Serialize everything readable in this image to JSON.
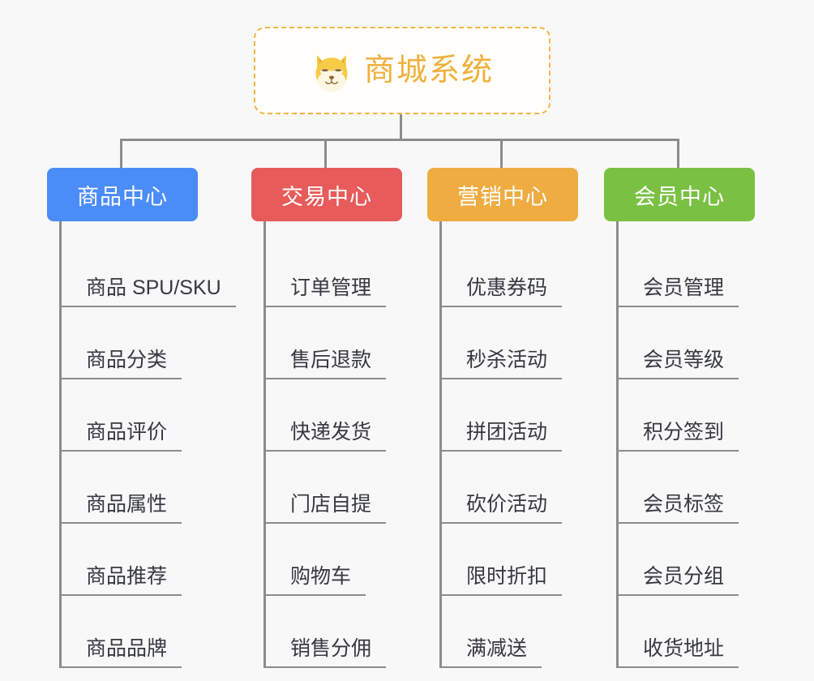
{
  "background_color": "#f8f8f8",
  "root": {
    "title": "商城系统",
    "icon": "shiba-dog-face-emoji",
    "border_color": "#f2b544",
    "text_color": "#f0b03c",
    "fill_color": "#fffefb"
  },
  "connector_color": "#8c8c8c",
  "columns": [
    {
      "category": "商品中心",
      "color": "#4b8df8",
      "items": [
        "商品 SPU/SKU",
        "商品分类",
        "商品评价",
        "商品属性",
        "商品推荐",
        "商品品牌"
      ]
    },
    {
      "category": "交易中心",
      "color": "#e75b5b",
      "items": [
        "订单管理",
        "售后退款",
        "快递发货",
        "门店自提",
        "购物车",
        "销售分佣"
      ]
    },
    {
      "category": "营销中心",
      "color": "#eeac41",
      "items": [
        "优惠券码",
        "秒杀活动",
        "拼团活动",
        "砍价活动",
        "限时折扣",
        "满减送"
      ]
    },
    {
      "category": "会员中心",
      "color": "#79c councils"
    }
  ]
}
